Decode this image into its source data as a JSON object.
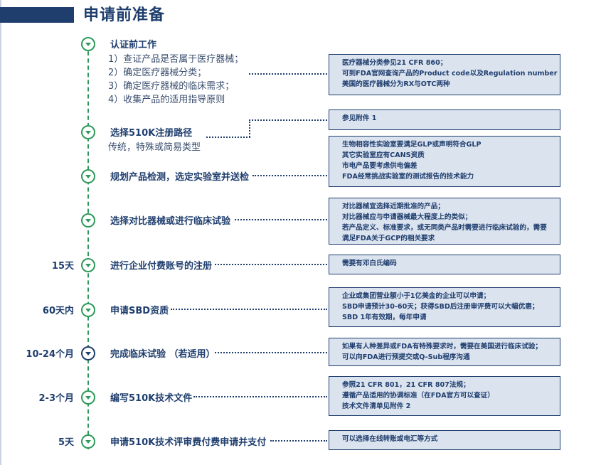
{
  "page": {
    "title": "申请前准备"
  },
  "timeline": [
    {
      "step": "认证前工作",
      "duration": "",
      "sub": [
        "1）查证产品是否属于医疗器械；",
        "2）确定医疗器械分类；",
        "3）确定医疗器械的临床需求；",
        "4）收集产品的适用指导原则"
      ],
      "notes": [
        "医疗器械分类参见21 CFR 860；",
        "可到FDA官网查询产品的Product code以及Regulation number",
        "美国的医疗器械分为RX与OTC两种"
      ]
    },
    {
      "step": "选择510K注册路径",
      "duration": "",
      "sub": [
        "传统，特殊或简易类型"
      ],
      "notes": [
        "参见附件 1"
      ]
    },
    {
      "step": "规划产品检测，选定实验室并送检",
      "duration": "",
      "sub": [],
      "notes": [
        "生物相容性实验室要满足GLP或声明符合GLP",
        "其它实验室应有CANS资质",
        "市电产品要考虑供电偏差",
        "FDA经常挑战实验室的测试报告的技术能力"
      ]
    },
    {
      "step": "选择对比器械或进行临床试验",
      "duration": "",
      "sub": [],
      "notes": [
        "对比器械宜选择近期批准的产品；",
        "对比器械应与申请器械最大程度上的类似；",
        "若产品定义、标准要求，或无同类产品时需要进行临床试验的，需要",
        "满足FDA关于GCP的相关要求"
      ]
    },
    {
      "step": "进行企业付费账号的注册",
      "duration": "15天",
      "sub": [],
      "notes": [
        "需要有邓白氏编码"
      ]
    },
    {
      "step": "申请SBD资质",
      "duration": "60天内",
      "sub": [],
      "notes": [
        "企业或集团营业额小于1亿美金的企业可以申请；",
        "SBD申请预计30-60天；获得SBD后注册审评费可以大幅优惠；",
        "SBD 1年有效期，每年申请"
      ]
    },
    {
      "step": "完成临床试验 （若适用）",
      "duration": "10-24个月",
      "sub": [],
      "notes": [
        "如果有人种差异或FDA有特殊要求时，需要在美国进行临床试验；",
        "可以向FDA进行预提交或Q-Sub程序沟通"
      ]
    },
    {
      "step": "编写510K技术文件",
      "duration": "2-3个月",
      "sub": [],
      "notes": [
        "参照21 CFR 801，21 CFR 807法规；",
        "遵循产品适用的协调标准（在FDA官方可以查证）",
        "技术文件清单见附件 2"
      ]
    },
    {
      "step": "申请510K技术评审费付费申请并支付",
      "duration": "5天",
      "sub": [],
      "notes": [
        "可以选择在线转账或电汇等方式"
      ]
    }
  ],
  "colors": {
    "primary": "#1f3e6e",
    "accent_green": "#2e9a5a",
    "box_fill": "#dbe3ef"
  },
  "icons": {
    "node": "chevron-down-circle-icon"
  }
}
